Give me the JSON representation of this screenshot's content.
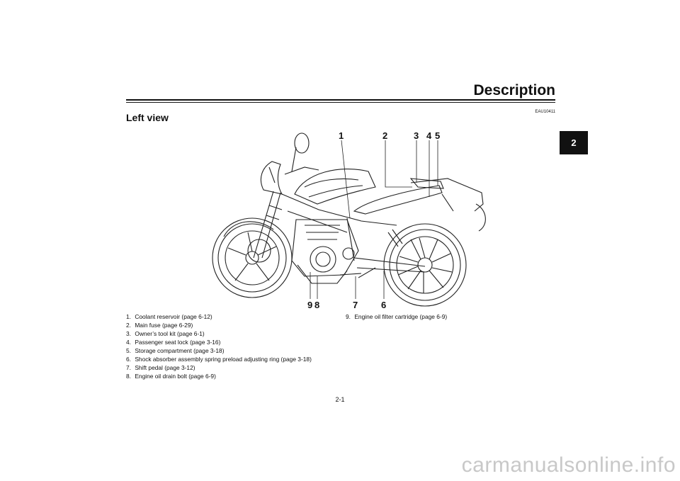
{
  "header": {
    "title": "Description",
    "code": "EAU10411"
  },
  "section_title": "Left view",
  "chapter_tab": "2",
  "callouts": [
    "1",
    "2",
    "3",
    "4",
    "5",
    "9",
    "8",
    "7",
    "6"
  ],
  "parts_left": [
    {
      "num": "1.",
      "text": "Coolant reservoir (page 6-12)"
    },
    {
      "num": "2.",
      "text": "Main fuse (page 6-29)"
    },
    {
      "num": "3.",
      "text": "Owner’s tool kit (page 6-1)"
    },
    {
      "num": "4.",
      "text": "Passenger seat lock (page 3-16)"
    },
    {
      "num": "5.",
      "text": "Storage compartment (page 3-18)"
    },
    {
      "num": "6.",
      "text": "Shock absorber assembly spring preload adjusting ring (page 3-18)"
    },
    {
      "num": "7.",
      "text": "Shift pedal (page 3-12)"
    },
    {
      "num": "8.",
      "text": "Engine oil drain bolt (page 6-9)"
    }
  ],
  "parts_right": [
    {
      "num": "9.",
      "text": "Engine oil filter cartridge (page 6-9)"
    }
  ],
  "page_number": "2-1",
  "watermark": "carmanualsonline.info"
}
